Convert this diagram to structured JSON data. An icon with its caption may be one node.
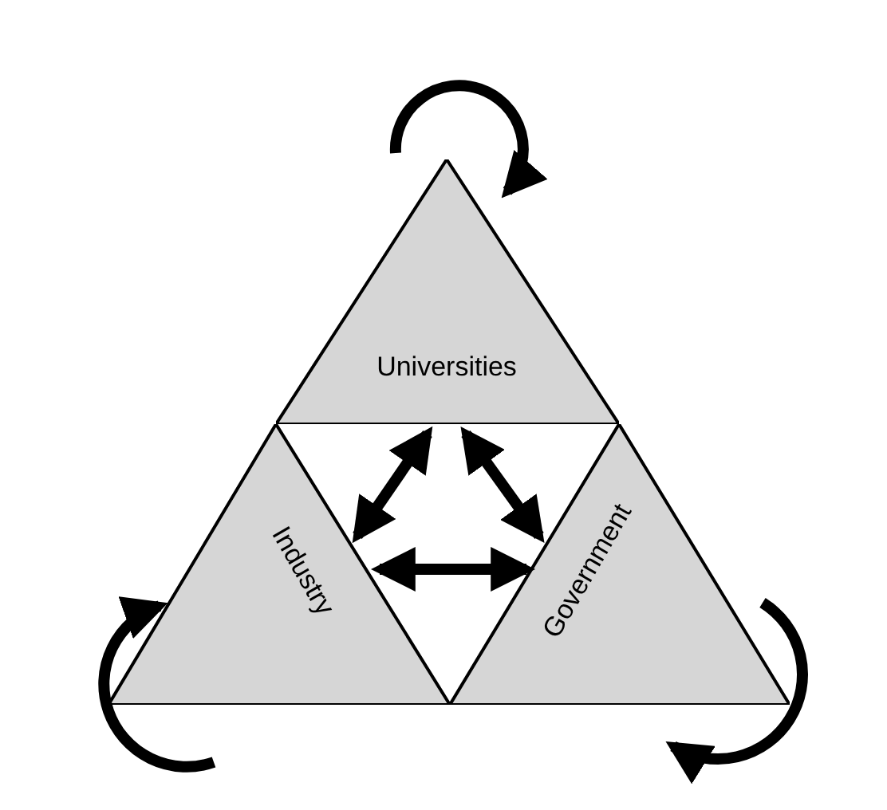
{
  "diagram": {
    "nodes": [
      {
        "text": [
          "Universities"
        ]
      },
      {
        "text": [
          "Industry"
        ]
      },
      {
        "text": [
          "Government"
        ]
      }
    ],
    "edges": [
      {
        "from": 0,
        "to": 0,
        "arrow": "to"
      },
      {
        "from": 1,
        "to": 1,
        "arrow": "to"
      },
      {
        "from": 2,
        "to": 2,
        "arrow": "to"
      },
      {
        "from": 0,
        "to": 1,
        "arrow": "both"
      },
      {
        "from": 0,
        "to": 2,
        "arrow": "both"
      },
      {
        "from": 1,
        "to": 2,
        "arrow": "both"
      }
    ]
  }
}
